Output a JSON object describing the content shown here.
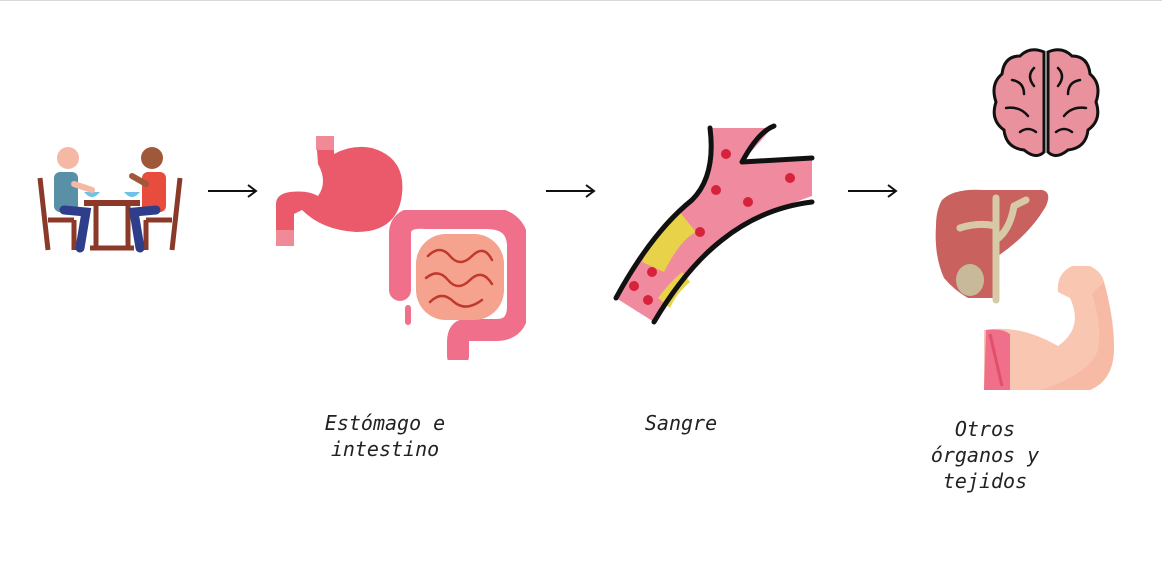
{
  "labels": {
    "digestion": [
      "Estómago e",
      "intestino"
    ],
    "blood": [
      "Sangre"
    ],
    "organs": [
      "Otros",
      "órganos y",
      "tejidos"
    ]
  },
  "icons": {
    "eating": "people-eating-icon",
    "stomach": "stomach-icon",
    "intestine": "intestine-icon",
    "vessel": "blood-vessel-icon",
    "brain": "brain-icon",
    "liver": "liver-icon",
    "muscle": "arm-muscle-icon",
    "arrow": "right-arrow-icon"
  },
  "colors": {
    "stomach": "#ea5a6b",
    "intestine_outer": "#f06f8a",
    "intestine_inner": "#f5a38f",
    "vessel": "#f08a9e",
    "plaque": "#e8d24a",
    "brain": "#e9919c",
    "liver": "#c9615f",
    "muscle": "#f9c6b2"
  }
}
